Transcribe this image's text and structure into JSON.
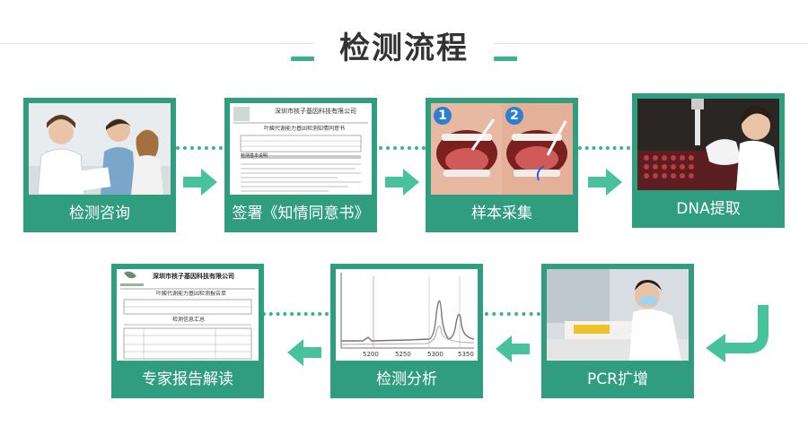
{
  "title": "检测流程",
  "steps": [
    {
      "label": "检测咨询"
    },
    {
      "label": "签署《知情同意书》"
    },
    {
      "label": "样本采集"
    },
    {
      "label": "DNA提取"
    },
    {
      "label": "PCR扩增"
    },
    {
      "label": "检测分析"
    },
    {
      "label": "专家报告解读"
    }
  ],
  "consent_doc": {
    "company": "深圳市核子基因科技有限公司",
    "heading": "叶酸代谢能力基因检测知情同意书",
    "section": "检测基本说明"
  },
  "report_doc": {
    "company": "深圳市核子基因科技有限公司",
    "heading": "叶酸代谢能力基因检测报告单",
    "summary": "检测信息汇总"
  },
  "swab_numbers": [
    "1",
    "2"
  ],
  "chromatogram_ticks": [
    "5200",
    "5250",
    "5300",
    "5350"
  ],
  "colors": {
    "accent": "#3ab38d",
    "card": "#2f9d7e",
    "arrow": "#47c29a"
  }
}
